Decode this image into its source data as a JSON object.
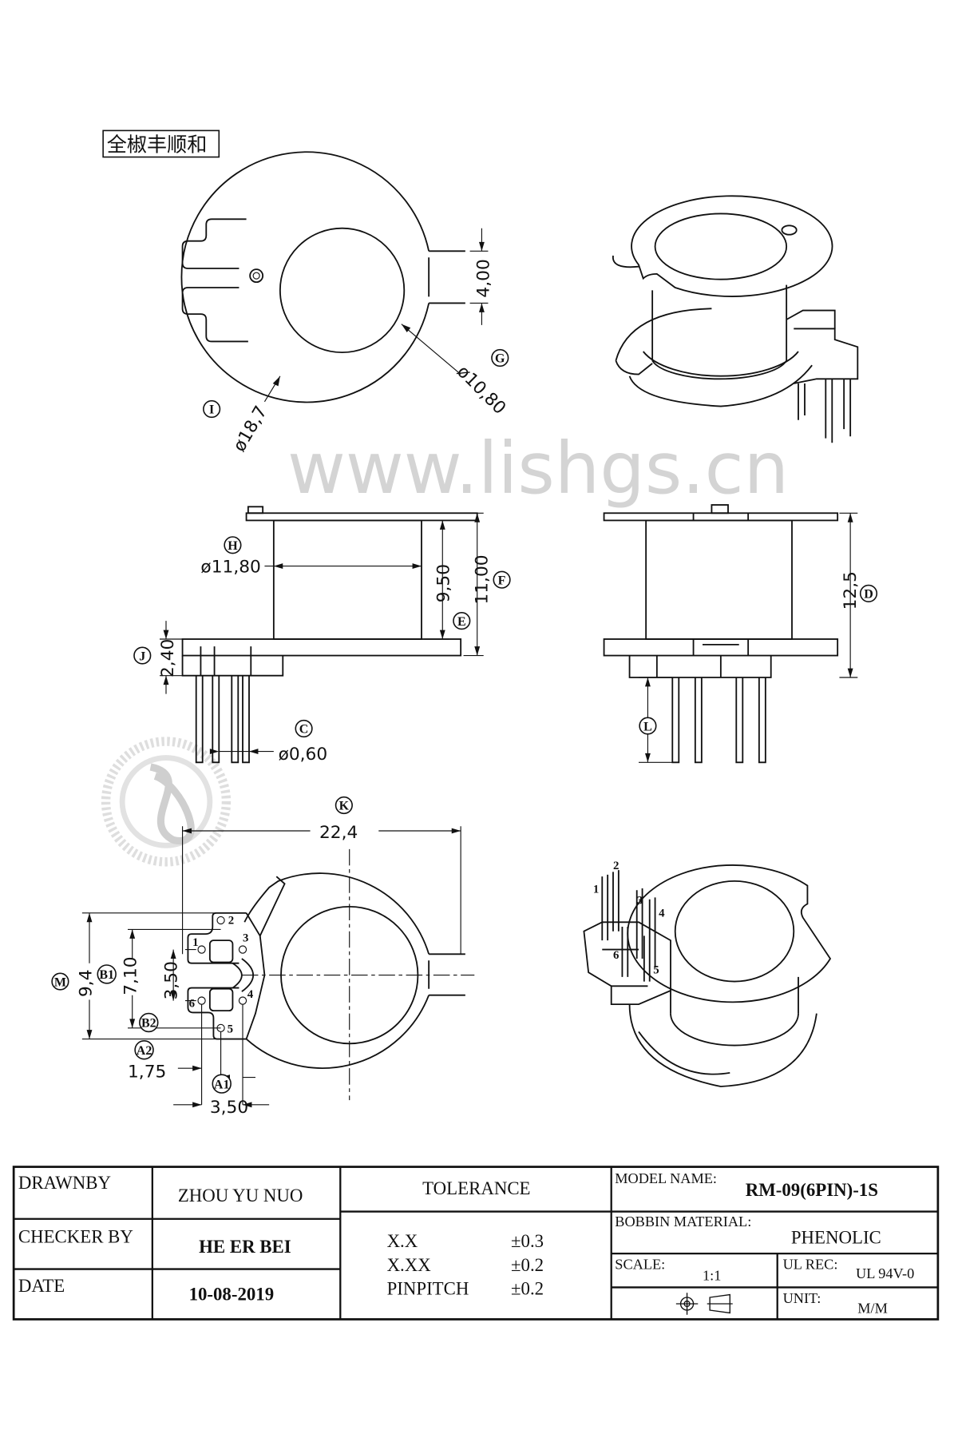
{
  "company_label": "全椒丰顺和",
  "watermark": "www.lishgs.cn",
  "views": {
    "top": {
      "slot_width": "4,00",
      "inner_dia": "ø10,80",
      "inner_dia_ref": "G",
      "outer_dia": "ø18,7",
      "outer_dia_ref": "I"
    },
    "front": {
      "core_dia_ref": "H",
      "core_dia": "ø11,80",
      "winding_height": "9,50",
      "winding_height_ref": "E",
      "flange_height": "11,00",
      "flange_height_ref": "F",
      "base_height_ref": "J",
      "base_height": "2,40",
      "pin_dia_ref": "C",
      "pin_dia": "ø0,60"
    },
    "side": {
      "total_height": "12,5",
      "total_height_ref": "D",
      "pin_length_ref": "L"
    },
    "bottom": {
      "width_ref": "K",
      "width": "22,4",
      "m_ref": "M",
      "m_value": "9,4",
      "b1_ref": "B1",
      "b1_value": "7,10",
      "b2_ref": "B2",
      "b2_value": "3,50",
      "a2_ref": "A2",
      "a2_value": "1,75",
      "a1_ref": "A1",
      "a1_value": "3,50",
      "pins": [
        "1",
        "2",
        "3",
        "4",
        "5",
        "6"
      ]
    },
    "iso_pins": [
      "1",
      "2",
      "3",
      "4",
      "5",
      "6"
    ]
  },
  "title_block": {
    "drawn_by_label": "DRAWNBY",
    "drawn_by": "ZHOU YU NUO",
    "checker_label": "CHECKER BY",
    "checker": "HE ER BEI",
    "date_label": "DATE",
    "date": "10-08-2019",
    "tolerance_label": "TOLERANCE",
    "tolerances": [
      {
        "key": "X.X",
        "value": "±0.3"
      },
      {
        "key": "X.XX",
        "value": "±0.2"
      },
      {
        "key": "PINPITCH",
        "value": "±0.2"
      }
    ],
    "model_label": "MODEL NAME:",
    "model": "RM-09(6PIN)-1S",
    "material_label": "BOBBIN MATERIAL:",
    "material": "PHENOLIC",
    "scale_label": "SCALE:",
    "scale": "1:1",
    "ul_label": "UL REC:",
    "ul": "UL 94V-0",
    "unit_label": "UNIT:",
    "unit": "M/M"
  }
}
